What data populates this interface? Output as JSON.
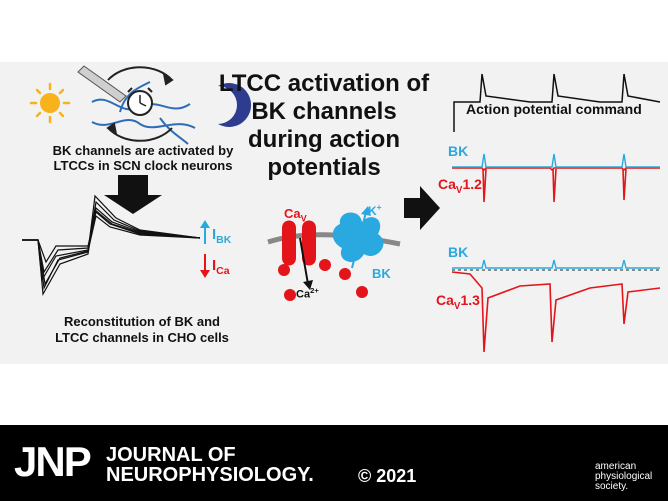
{
  "title": {
    "line1": "LTCC activation of",
    "line2": "BK channels",
    "line3": "during action",
    "line4": "potentials"
  },
  "left_top_caption": {
    "line1": "BK channels are activated by",
    "line2": "LTCCs in SCN clock neurons"
  },
  "left_bottom_caption": {
    "line1": "Reconstitution of BK and",
    "line2": "LTCC channels in CHO cells"
  },
  "current_labels": {
    "ibk_main": "I",
    "ibk_sub": "BK",
    "ica_main": "I",
    "ica_sub": "Ca"
  },
  "channel_diagram": {
    "cav_main": "Ca",
    "cav_sub": "V",
    "k_main": "K",
    "k_sup": "+",
    "bk": "BK",
    "ca_main": "Ca",
    "ca_sup": "2+"
  },
  "right_panel": {
    "command_label": "Action potential command",
    "bk_label_1": "BK",
    "cav12_main": "Ca",
    "cav12_sub": "V",
    "cav12_suffix": "1.2",
    "bk_label_2": "BK",
    "cav13_main": "Ca",
    "cav13_sub": "V",
    "cav13_suffix": "1.3"
  },
  "footer": {
    "logo": "JNP",
    "journal_line1": "JOURNAL OF",
    "journal_line2": "NEUROPHYSIOLOGY.",
    "copyright": "© 2021",
    "society_line1": "american",
    "society_line2": "physiological",
    "society_line3": "society."
  },
  "colors": {
    "blue": "#29a9e0",
    "red": "#e3151a",
    "panel": "#f2f2f2"
  }
}
